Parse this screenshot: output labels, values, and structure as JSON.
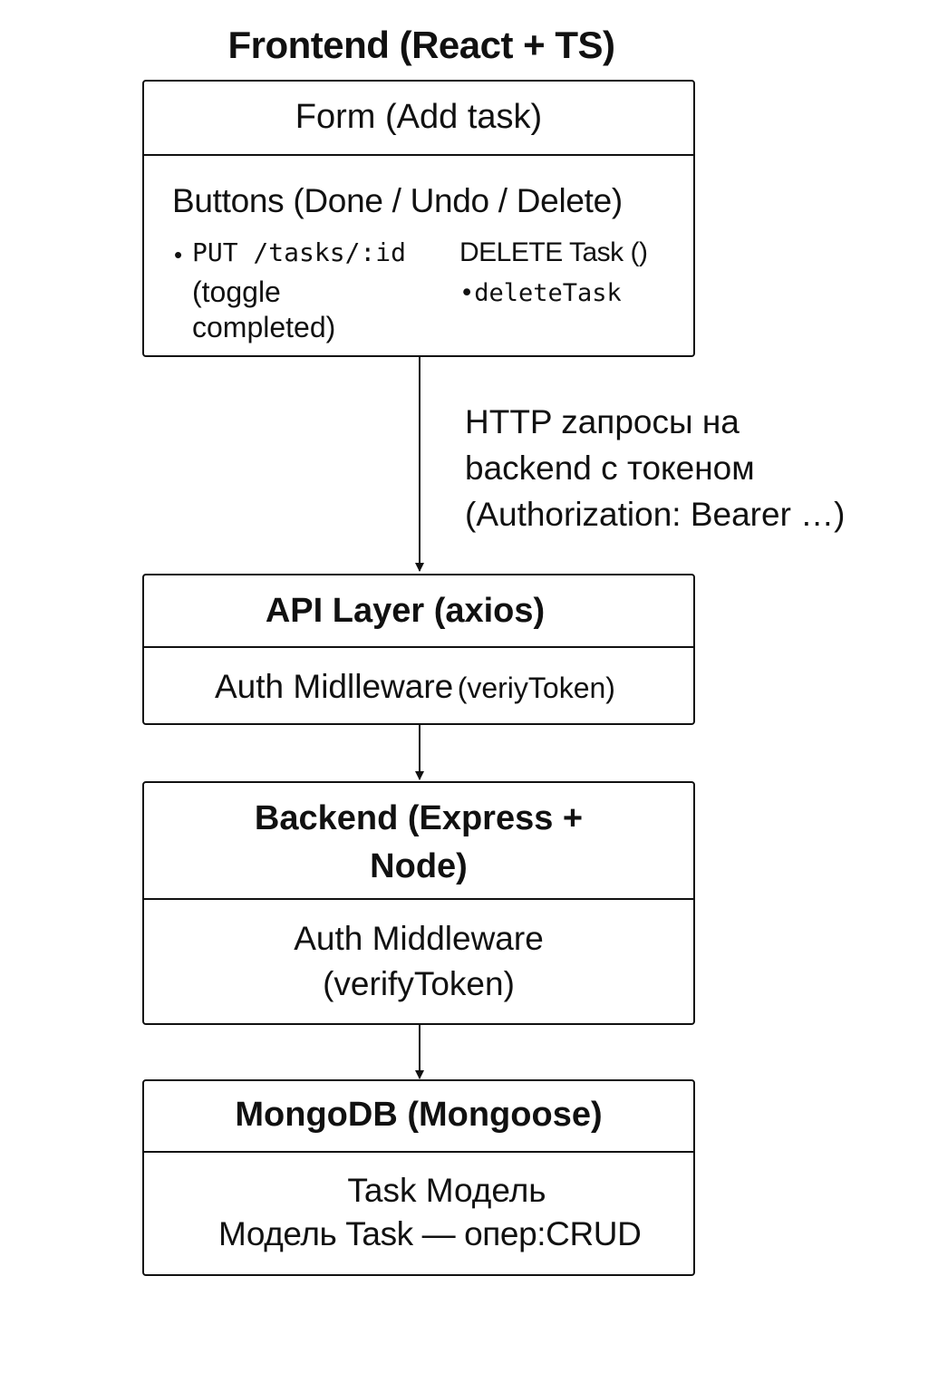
{
  "title": "Frontend (React + TS)",
  "frontend_box": {
    "header": "Form (Add task)",
    "buttons_line": "Buttons (Done / Undo / Delete)",
    "left_bullet": "•",
    "left_line1": "PUT /tasks/:id",
    "left_line2": "(toggle",
    "left_line3": "completed)",
    "right_line1": "DELETE Task ()",
    "right_line2": "•deleteTask"
  },
  "http_note": {
    "line1": "HTTP zапросы на",
    "line2": "backend с токеном",
    "line3": "(Authorization: Bearer …)"
  },
  "api_box": {
    "header": "API Layer (axios)",
    "body_main": "Auth Midlleware",
    "body_paren": "(veriyToken)"
  },
  "backend_box": {
    "header_line1": "Backend (Express +",
    "header_line2": "Node)",
    "body_line1": "Auth Middleware",
    "body_line2": "(verifyToken)"
  },
  "mongo_box": {
    "header": "MongoDB (Mongoose)",
    "body_line1": "Task Модель",
    "body_line2": "Модель Task — опер:CRUD"
  }
}
